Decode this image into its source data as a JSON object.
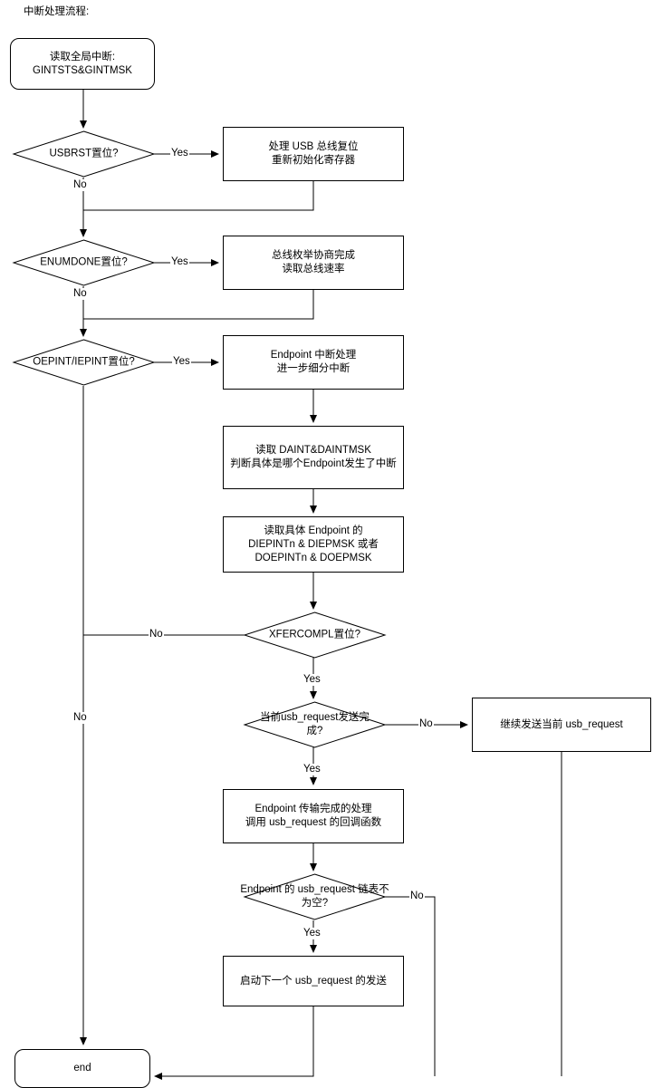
{
  "diagram": {
    "title": "中断处理流程:",
    "type": "flowchart",
    "background_color": "#ffffff",
    "line_color": "#000000",
    "text_color": "#000000"
  },
  "nodes": [
    {
      "id": "start",
      "shape": "terminator",
      "label": "读取全局中断:\nGINTSTS&GINTMSK"
    },
    {
      "id": "usbrst",
      "shape": "decision",
      "label": "USBRST置位?"
    },
    {
      "id": "usbrst_yes_box",
      "shape": "process",
      "label": "处理 USB 总线复位\n重新初始化寄存器"
    },
    {
      "id": "enumdone",
      "shape": "decision",
      "label": "ENUMDONE置位?"
    },
    {
      "id": "enumdone_yes_box",
      "shape": "process",
      "label": "总线枚举协商完成\n读取总线速率"
    },
    {
      "id": "oepint_iepint",
      "shape": "decision",
      "label": "OEPINT/IEPINT置位?"
    },
    {
      "id": "ep_int_handle",
      "shape": "process",
      "label": "Endpoint 中断处理\n进一步细分中断"
    },
    {
      "id": "read_daint",
      "shape": "process",
      "label": "读取 DAINT&DAINTMSK\n判断具体是哪个Endpoint发生了中断"
    },
    {
      "id": "read_diepint",
      "shape": "process",
      "label": "读取具体 Endpoint 的\nDIEPINTn & DIEPMSK 或者\nDOEPINTn & DOEPMSK"
    },
    {
      "id": "xfercompl",
      "shape": "decision",
      "label": "XFERCOMPL置位?"
    },
    {
      "id": "req_done",
      "shape": "decision",
      "label": "当前usb_request发送完\n成?"
    },
    {
      "id": "continue_send",
      "shape": "process",
      "label": "继续发送当前 usb_request"
    },
    {
      "id": "ep_xfer_done",
      "shape": "process",
      "label": "Endpoint 传输完成的处理\n调用 usb_request 的回调函数"
    },
    {
      "id": "list_not_empty",
      "shape": "decision",
      "label": "Endpoint 的 usb_request 链表不\n为空?"
    },
    {
      "id": "start_next",
      "shape": "process",
      "label": "启动下一个 usb_request 的发送"
    },
    {
      "id": "end",
      "shape": "terminator",
      "label": "end"
    }
  ],
  "edge_labels": {
    "usbrst_yes": "Yes",
    "usbrst_no": "No",
    "enumdone_yes": "Yes",
    "enumdone_no": "No",
    "oepint_yes": "Yes",
    "oepint_no": "No",
    "xfercompl_no": "No",
    "xfercompl_yes": "Yes",
    "req_done_no": "No",
    "req_done_yes": "Yes",
    "list_no": "No",
    "list_yes": "Yes"
  }
}
